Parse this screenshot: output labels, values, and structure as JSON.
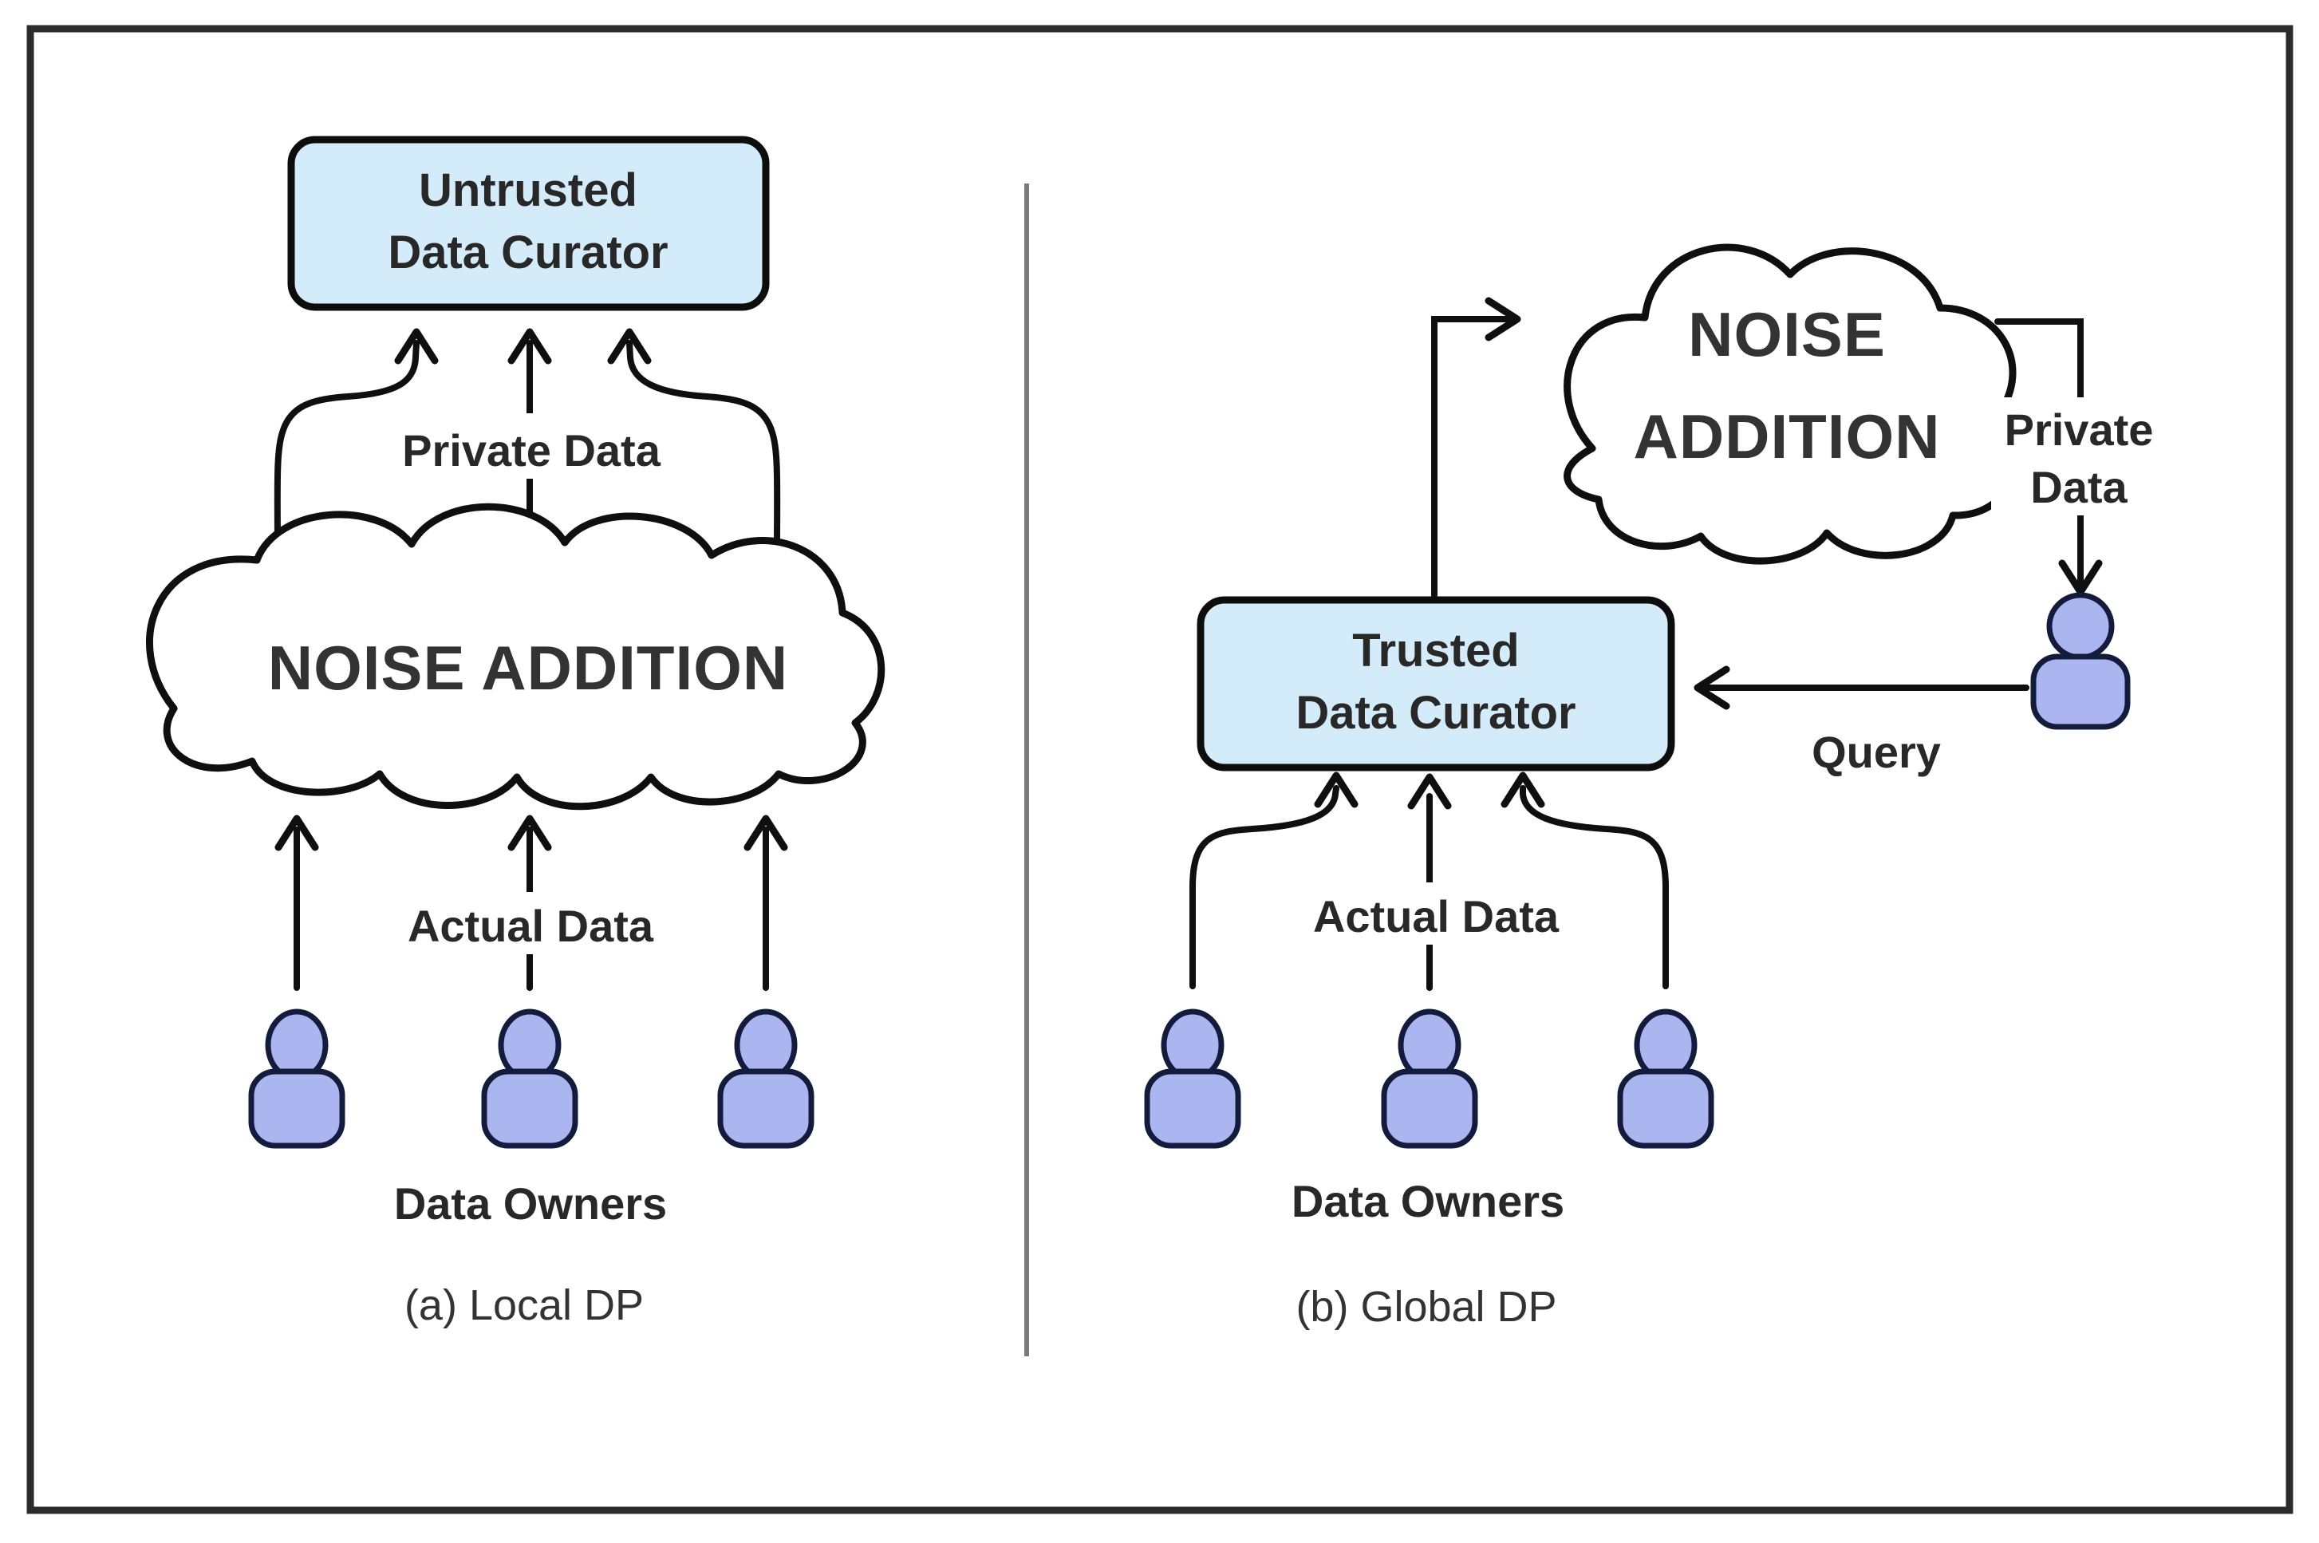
{
  "diagram": {
    "title_meaning": "Local vs Global Differential Privacy",
    "panel_a": {
      "curator_line1": "Untrusted",
      "curator_line2": "Data Curator",
      "cloud_label": "NOISE ADDITION",
      "private_data_label": "Private Data",
      "actual_data_label": "Actual Data",
      "data_owners_label": "Data Owners",
      "caption": "(a) Local DP",
      "owner_count": 3
    },
    "panel_b": {
      "curator_line1": "Trusted",
      "curator_line2": "Data Curator",
      "cloud_line1": "NOISE",
      "cloud_line2": "ADDITION",
      "private_data_line1": "Private",
      "private_data_line2": "Data",
      "actual_data_label": "Actual Data",
      "data_owners_label": "Data Owners",
      "query_label": "Query",
      "caption": "(b) Global DP",
      "owner_count": 3
    },
    "colors": {
      "curator_box_fill": "#d4ecfa",
      "person_fill": "#abb6f0",
      "person_stroke": "#141c3e",
      "line": "#0f0f0f",
      "divider": "#7a7a7a",
      "frame": "#2b2b2b",
      "text": "#282828",
      "background": "#ffffff"
    }
  }
}
